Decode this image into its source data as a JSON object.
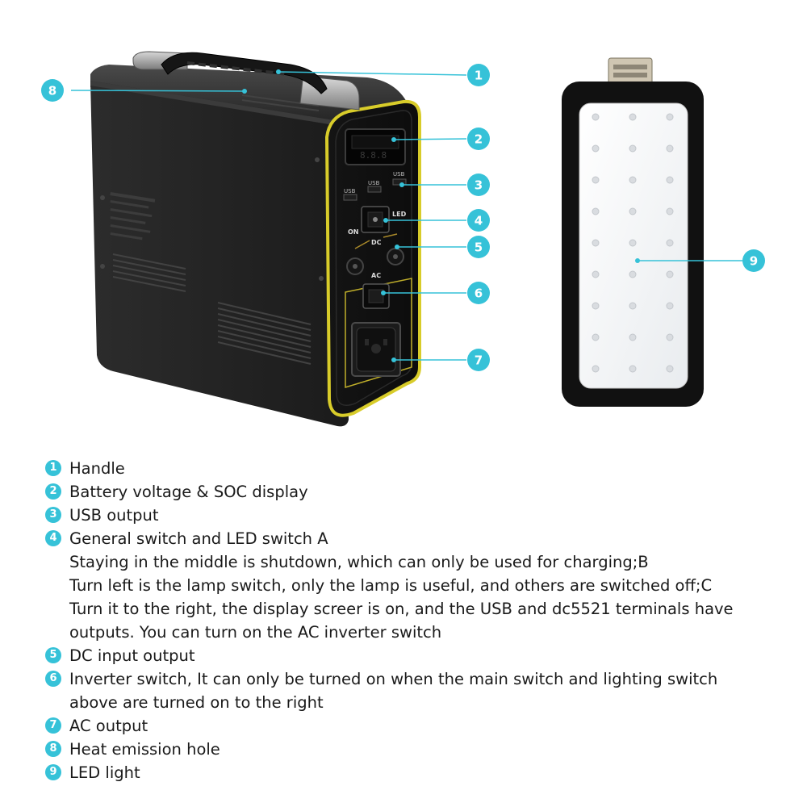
{
  "accent_color": "#36c2d8",
  "device": {
    "display_text": "8.8.8",
    "usb_labels": [
      "USB",
      "USB",
      "USB"
    ],
    "switch_labels": {
      "on": "ON",
      "led": "LED"
    },
    "dc_label": "DC",
    "ac_label": "AC"
  },
  "callouts": [
    "1",
    "2",
    "3",
    "4",
    "5",
    "6",
    "7",
    "8",
    "9"
  ],
  "legend": [
    {
      "num": "1",
      "lines": [
        "Handle"
      ]
    },
    {
      "num": "2",
      "lines": [
        "Battery voltage & SOC display"
      ]
    },
    {
      "num": "3",
      "lines": [
        "USB output"
      ]
    },
    {
      "num": "4",
      "lines": [
        "General switch and LED switch A",
        "Staying in the middle is shutdown, which can only be used for charging;B",
        "Turn left is the lamp switch, only the lamp is useful, and others are switched off;C",
        "Turn it to the right, the display screer is on, and the USB and dc5521 terminals have",
        "outputs. You can turn on the AC inverter switch"
      ]
    },
    {
      "num": "5",
      "lines": [
        "DC input output"
      ]
    },
    {
      "num": "6",
      "lines": [
        "Inverter switch, It can only be turned on when the main switch and lighting switch",
        "above are turned on to the right"
      ]
    },
    {
      "num": "7",
      "lines": [
        "AC output"
      ]
    },
    {
      "num": "8",
      "lines": [
        "Heat emission hole"
      ]
    },
    {
      "num": "9",
      "lines": [
        "LED light"
      ]
    }
  ]
}
